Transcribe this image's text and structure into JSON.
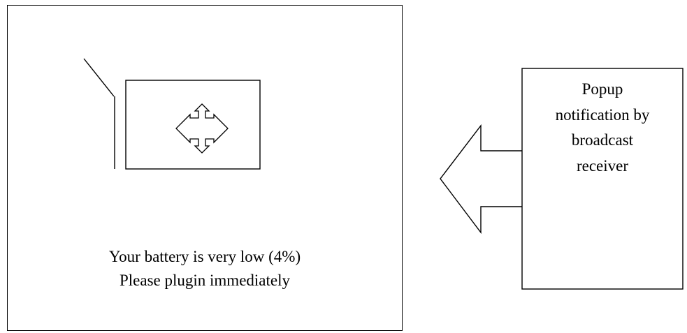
{
  "screen": {
    "message_line_1": "Your battery is very low (4%)",
    "message_line_2": "Please plugin immediately",
    "icon": "move-arrows-icon"
  },
  "callout": {
    "lines": [
      "Popup",
      "notification by",
      "broadcast",
      "receiver"
    ]
  },
  "colors": {
    "stroke": "#000000",
    "background": "#ffffff"
  }
}
